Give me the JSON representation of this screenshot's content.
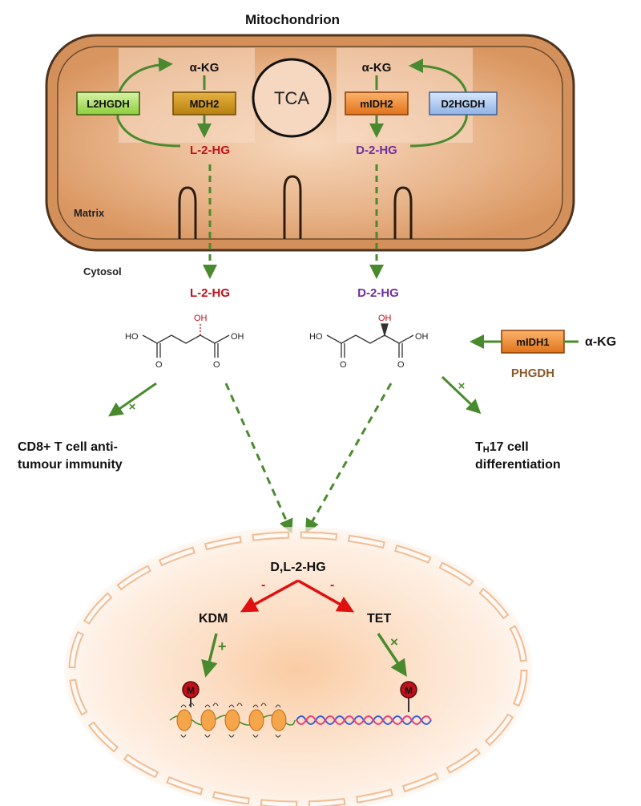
{
  "title": "Mitochondrion",
  "compartments": {
    "matrix": "Matrix",
    "cytosol": "Cytosol",
    "tca": "TCA"
  },
  "enzymes": {
    "l2hgdh": "L2HGDH",
    "mdh2": "MDH2",
    "midh2": "mIDH2",
    "d2hgdh": "D2HGDH",
    "midh1": "mIDH1",
    "phgdh": "PHGDH"
  },
  "metabolites": {
    "akg_left": "α-KG",
    "akg_right": "α-KG",
    "akg_cytosol": "α-KG",
    "l2hg_mito": "L-2-HG",
    "d2hg_mito": "D-2-HG",
    "l2hg_cyto": "L-2-HG",
    "d2hg_cyto": "D-2-HG",
    "dl2hg": "D,L-2-HG"
  },
  "structure_labels": {
    "ho": "HO",
    "oh": "OH",
    "o": "O"
  },
  "effects": {
    "cd8_line1": "CD8+ T cell anti-",
    "cd8_line2": "tumour immunity",
    "th17_prefix": "T",
    "th17_sub": "H",
    "th17_suffix": "17 cell",
    "th17_line2": "differentiation"
  },
  "nucleus": {
    "kdm": "KDM",
    "tet": "TET",
    "methyl": "M",
    "minus": "-",
    "plus": "+"
  },
  "colors": {
    "arrow_green": "#4a8a2e",
    "inhibit_red": "#e01010",
    "l2hg_red": "#c0101a",
    "d2hg_purple": "#7030a0",
    "phgdh_brown": "#8b5a2b",
    "mito_fill": "#e2a97c",
    "mito_stroke": "#4d3420"
  }
}
